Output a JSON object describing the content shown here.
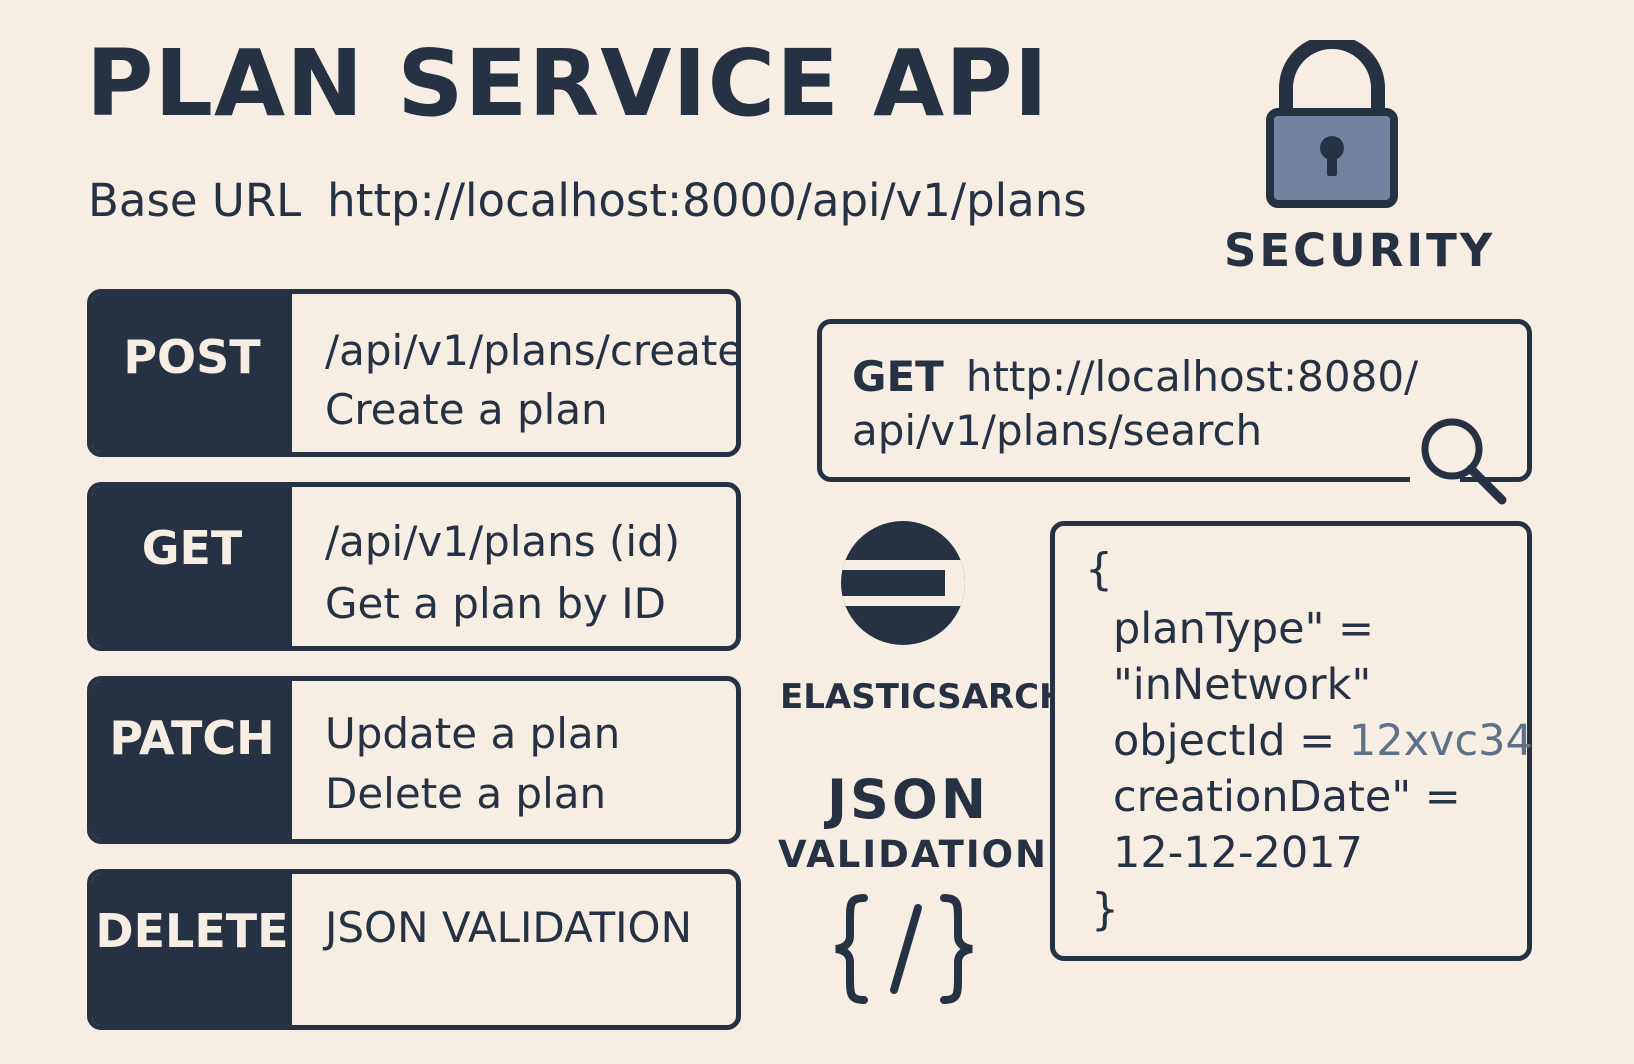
{
  "title": "PLAN SERVICE API",
  "base_url": {
    "label": "Base URL",
    "value": "http://localhost:8000/api/v1/plans"
  },
  "security": {
    "label": "SECURITY",
    "icon": "padlock-icon"
  },
  "endpoints": [
    {
      "method": "POST",
      "lines": [
        "/api/v1/plans/create",
        "Create a plan"
      ]
    },
    {
      "method": "GET",
      "lines": [
        "/api/v1/plans (id)",
        "Get a plan by ID"
      ]
    },
    {
      "method": "PATCH",
      "lines": [
        "Update a plan",
        "Delete a plan"
      ]
    },
    {
      "method": "DELETE",
      "lines": [
        "JSON VALIDATION"
      ]
    }
  ],
  "search": {
    "method": "GET",
    "url_line1": "http://localhost:8080/",
    "url_line2": "api/v1/plans/search",
    "icon": "magnifier-icon"
  },
  "elasticsearch": {
    "label": "ELASTICSARCH",
    "icon": "elastic-logo-icon"
  },
  "json_validation": {
    "title": "JSON",
    "subtitle": "VALIDATION",
    "icon": "code-braces-icon"
  },
  "code_sample": {
    "open": "{",
    "lines": [
      "planType\" =",
      "\"inNetwork\"",
      "objectId =",
      "creationDate\" =",
      "12-12-2017"
    ],
    "object_id_value": "12xvc34",
    "close": "}"
  },
  "colors": {
    "background": "#f6eee2",
    "primary": "#263244",
    "lock_body": "#7382a0",
    "accent_text": "#5f7188"
  }
}
